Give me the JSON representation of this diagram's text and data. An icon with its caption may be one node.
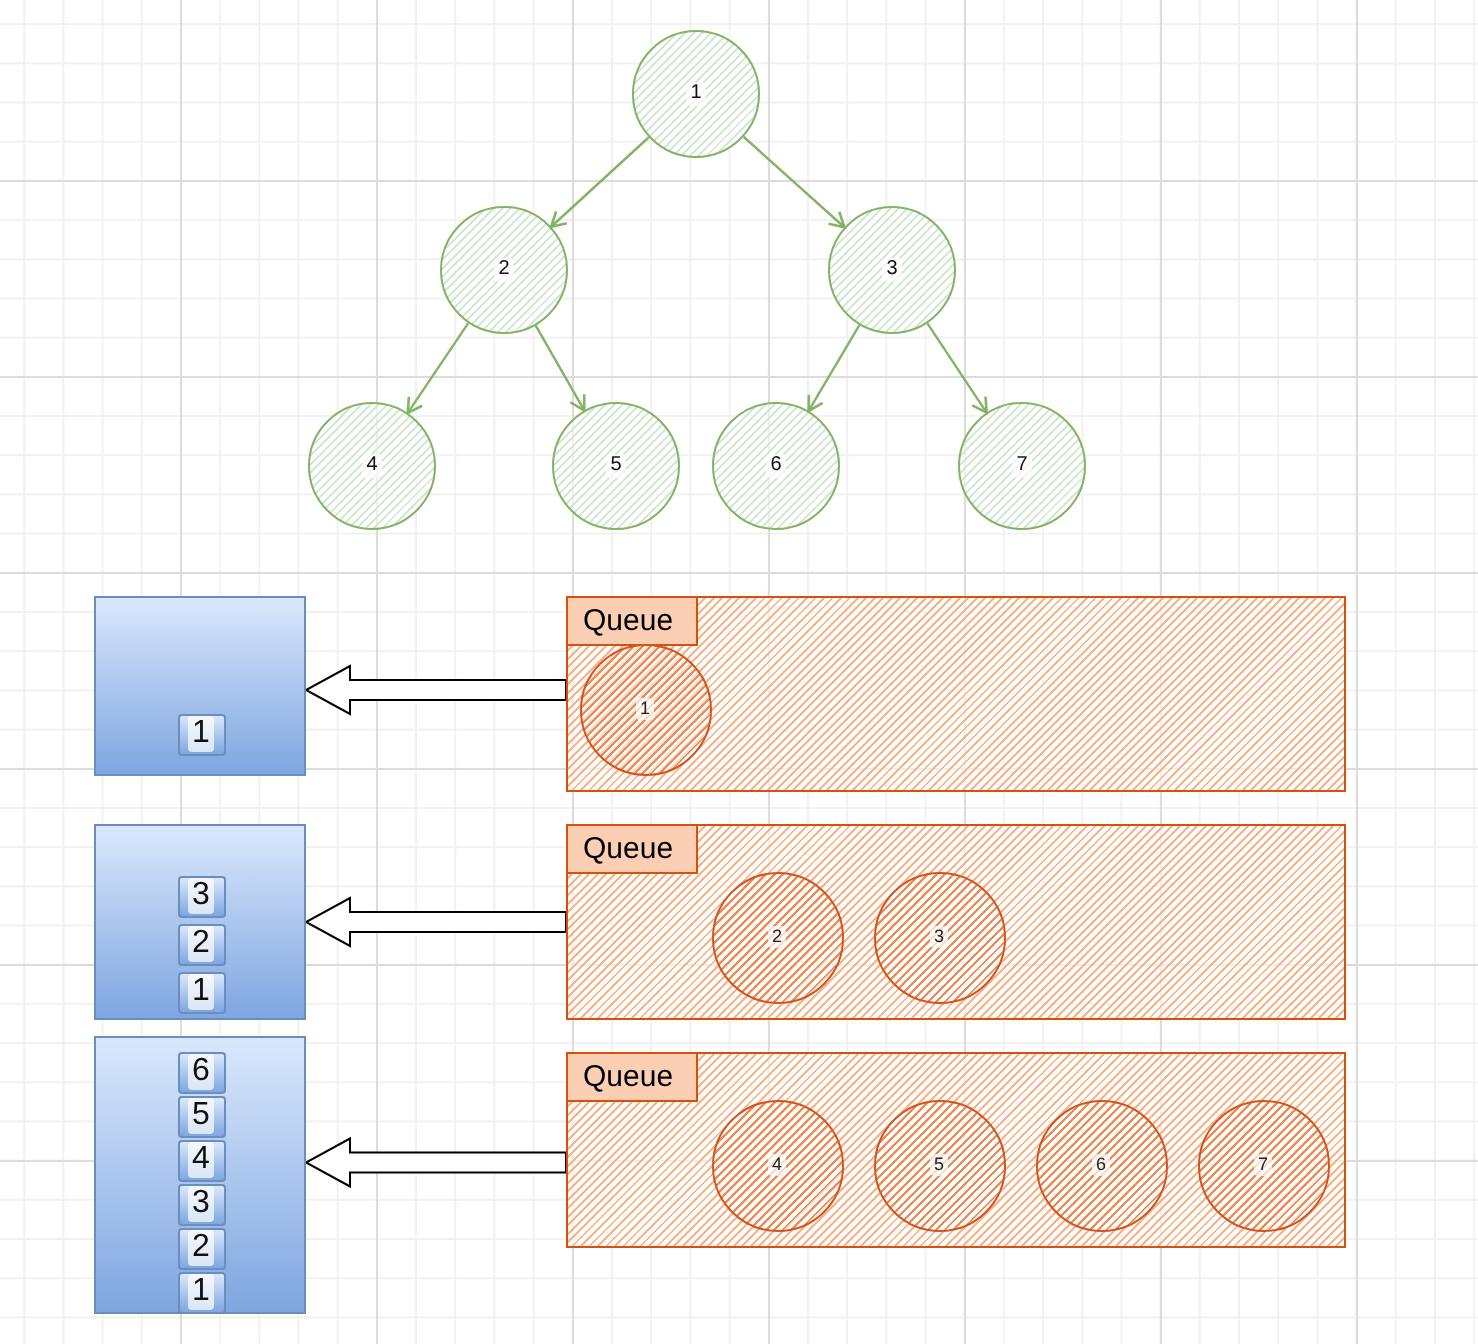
{
  "diagram": {
    "nodes": [
      {
        "text": [
          "1"
        ]
      },
      {
        "text": [
          "2"
        ]
      },
      {
        "text": [
          "3"
        ]
      },
      {
        "text": [
          "4"
        ]
      },
      {
        "text": [
          "5"
        ]
      },
      {
        "text": [
          "6"
        ]
      },
      {
        "text": [
          "7"
        ]
      },
      {
        "text": [],
        "shape": "box"
      },
      {
        "text": [
          "1"
        ],
        "in": 7
      },
      {
        "text": [],
        "shape": "box"
      },
      {
        "text": [
          "3"
        ],
        "in": 9
      },
      {
        "text": [
          "2"
        ],
        "in": 9
      },
      {
        "text": [
          "1"
        ],
        "in": 9
      },
      {
        "text": [],
        "shape": "box"
      },
      {
        "text": [
          "6"
        ],
        "in": 13
      },
      {
        "text": [
          "5"
        ],
        "in": 13
      },
      {
        "text": [
          "4"
        ],
        "in": 13
      },
      {
        "text": [
          "3"
        ],
        "in": 13
      },
      {
        "text": [
          "2"
        ],
        "in": 13
      },
      {
        "text": [
          "1"
        ],
        "in": 13
      },
      {
        "text": [
          "Queue"
        ]
      },
      {
        "text": [
          "1"
        ],
        "in": 20
      },
      {
        "text": [
          "Queue"
        ]
      },
      {
        "text": [
          "2"
        ],
        "in": 22
      },
      {
        "text": [
          "3"
        ],
        "in": 22
      },
      {
        "text": [
          "Queue"
        ]
      },
      {
        "text": [
          "4"
        ],
        "in": 25
      },
      {
        "text": [
          "5"
        ],
        "in": 25
      },
      {
        "text": [
          "6"
        ],
        "in": 25
      },
      {
        "text": [
          "7"
        ],
        "in": 25
      }
    ],
    "edges": [
      {
        "from": 0,
        "to": 1,
        "arrow": "to"
      },
      {
        "from": 0,
        "to": 2,
        "arrow": "to"
      },
      {
        "from": 1,
        "to": 3,
        "arrow": "to"
      },
      {
        "from": 1,
        "to": 4,
        "arrow": "to"
      },
      {
        "from": 2,
        "to": 5,
        "arrow": "to"
      },
      {
        "from": 2,
        "to": 6,
        "arrow": "to"
      },
      {
        "from": 20,
        "to": 7,
        "arrow": "to",
        "style": "thick",
        "color": "#000000"
      },
      {
        "from": 22,
        "to": 9,
        "arrow": "to",
        "style": "thick",
        "color": "#000000"
      },
      {
        "from": 25,
        "to": 13,
        "arrow": "to",
        "style": "thick",
        "color": "#000000"
      }
    ]
  }
}
